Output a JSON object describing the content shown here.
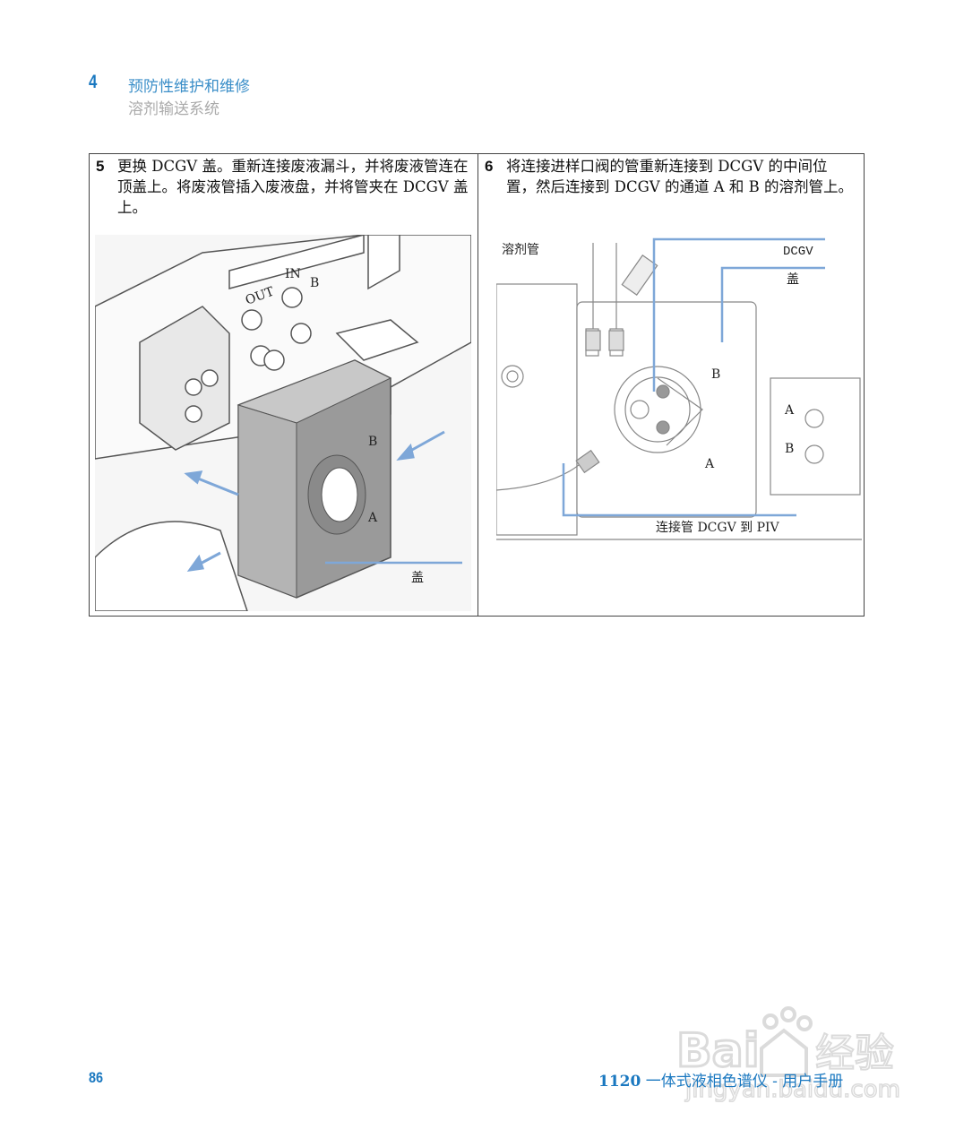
{
  "header": {
    "chapter_number": "4",
    "chapter_title": "预防性维护和维修",
    "section_title": "溶剂输送系统"
  },
  "steps": [
    {
      "number": "5",
      "text": "更换 DCGV 盖。重新连接废液漏斗，并将废液管连在顶盖上。将废液管插入废液盘，并将管夹在 DCGV 盖上。",
      "figure": {
        "labels": {
          "out": "OUT",
          "in": "IN",
          "port_b": "B",
          "cover_b": "B",
          "cover_a": "A",
          "cover": "盖"
        }
      }
    },
    {
      "number": "6",
      "text": "将连接进样口阀的管重新连接到 DCGV 的中间位置，然后连接到 DCGV 的通道 A 和 B 的溶剂管上。",
      "figure": {
        "labels": {
          "solvent_tube": "溶剂管",
          "dcgv": "DCGV",
          "cover": "盖",
          "connect_tube": "连接管 DCGV 到 PIV",
          "port_b": "B",
          "port_a": "A",
          "side_a": "A",
          "side_b": "B"
        }
      }
    }
  ],
  "footer": {
    "page_number": "86",
    "model": "1120",
    "manual_title": "一体式液相色谱仪 - 用户手册"
  },
  "watermark": {
    "text": "Baidu 经验",
    "url_text": "jingyan.baidu.com"
  },
  "colors": {
    "accent": "#1a78c0",
    "callout_line": "#7ea7d8",
    "cover_gray": "#9a9a9a"
  }
}
